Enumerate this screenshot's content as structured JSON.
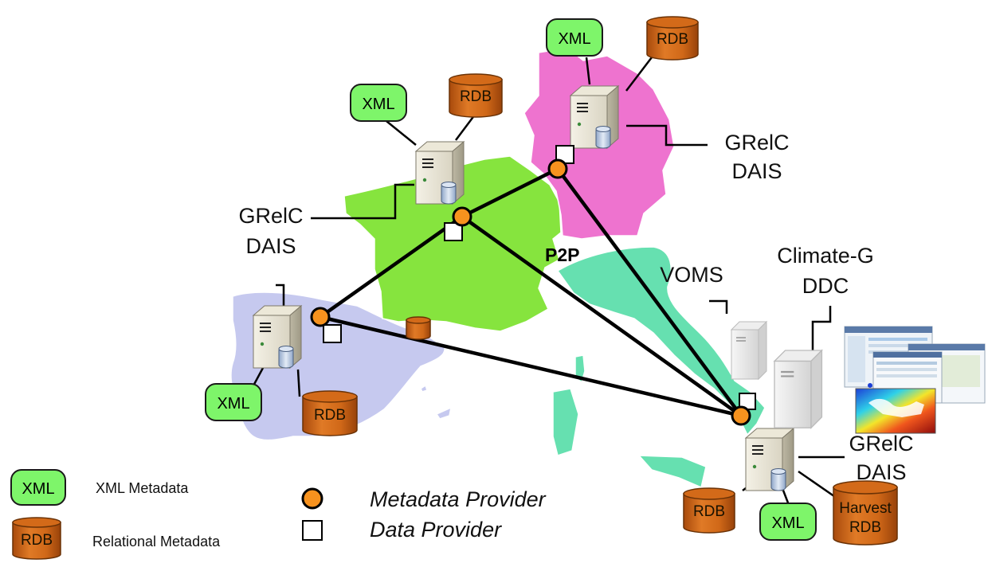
{
  "colors": {
    "spain": "#c6c9ef",
    "france": "#86e43e",
    "germany": "#ee73cf",
    "italy": "#66e0b0",
    "xml_fill": "#7ef56a",
    "rdb_fill": "#d36a19",
    "metadata_provider": "#f7921e"
  },
  "labels": {
    "grelc_france_1": "GRelC",
    "grelc_france_2": "DAIS",
    "grelc_germany_1": "GRelC",
    "grelc_germany_2": "DAIS",
    "grelc_italy_1": "GRelC",
    "grelc_italy_2": "DAIS",
    "p2p": "P2P",
    "voms": "VOMS",
    "climate_1": "Climate-G",
    "climate_2": "DDC"
  },
  "badges": {
    "xml": "XML",
    "rdb": "RDB",
    "harvest_1": "Harvest",
    "harvest_2": "RDB"
  },
  "legend": {
    "xml_metadata": "XML Metadata",
    "relational_metadata": "Relational Metadata",
    "metadata_provider": "Metadata Provider",
    "data_provider": "Data Provider"
  }
}
